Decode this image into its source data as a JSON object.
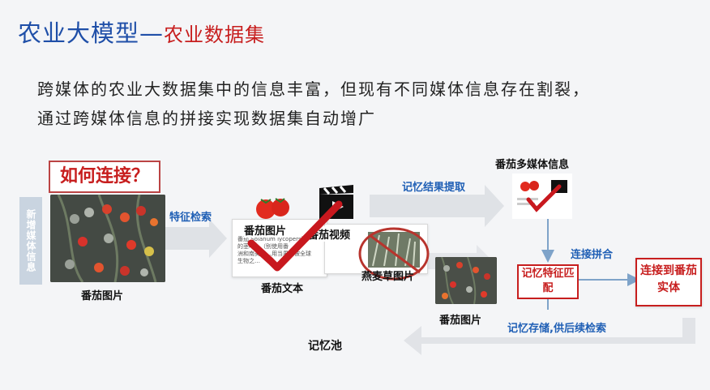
{
  "title": {
    "main": "农业大模型",
    "dash": "—",
    "sub": "农业数据集"
  },
  "description": {
    "line1": "跨媒体的农业大数据集中的信息丰富，但现有不同媒体信息存在割裂，",
    "line2": "通过跨媒体信息的拼接实现数据集自动增广"
  },
  "sidebar_label": "新增媒体信息",
  "question": "如何连接？",
  "nodes": {
    "tomato_image": "番茄图片",
    "tomato_picture": "番茄图片",
    "tomato_text": "番茄文本",
    "tomato_video": "番茄视频",
    "oat_image": "燕麦草图片",
    "multimedia": "番茄多媒体信息",
    "tomato_image_2": "番茄图片",
    "memory_pool": "记忆池",
    "match": "记忆特征匹配",
    "entity": "连接到番茄实体"
  },
  "edges": {
    "feature_search": "特征检索",
    "memory_extract": "记忆结果提取",
    "link_join": "连接拼合",
    "memory_store": "记忆存储,供后续检索"
  },
  "text_card": {
    "line1": "番茄 Solanum lycopersicum",
    "line2": "的茎叶…（别使用番",
    "line3": "洲和南美洲…用当果也被全球",
    "line4": "生物之…"
  },
  "colors": {
    "accent": "#1f4fa8",
    "highlight": "#c71e1e",
    "check": "#c8181e",
    "arrow": "#d9dce0",
    "connector": "#7ea3c9"
  }
}
